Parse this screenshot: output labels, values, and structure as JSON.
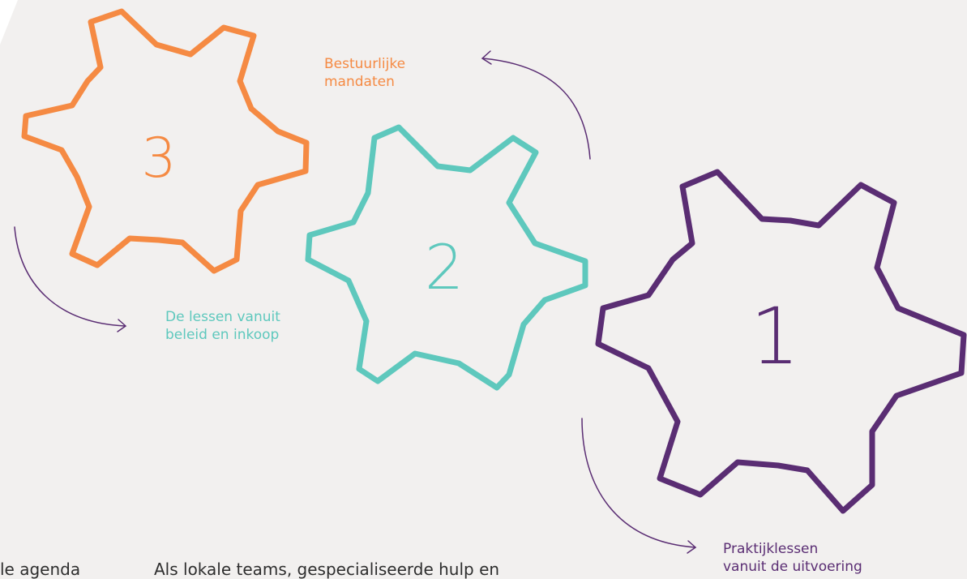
{
  "colors": {
    "background": "#f2f0ef",
    "gear_3": "#f58a43",
    "gear_2": "#5ec8bd",
    "gear_1": "#5a2d73",
    "arrow": "#5a2d73",
    "label_3": "#f58a43",
    "label_2": "#5ec8bd",
    "label_1": "#5a2d73"
  },
  "gears": [
    {
      "id": "gear-3",
      "number": "3"
    },
    {
      "id": "gear-2",
      "number": "2"
    },
    {
      "id": "gear-1",
      "number": "1"
    }
  ],
  "labels": {
    "bestuurlijke": "Bestuurlijke\nmandaten",
    "lessen": "De lessen vanuit\nbeleid en inkoop",
    "praktijk": "Praktijklessen\nvanuit de uitvoering"
  },
  "body_text": {
    "left_fragment": "le agenda",
    "right_fragment": "Als lokale teams, gespecialiseerde hulp en"
  }
}
